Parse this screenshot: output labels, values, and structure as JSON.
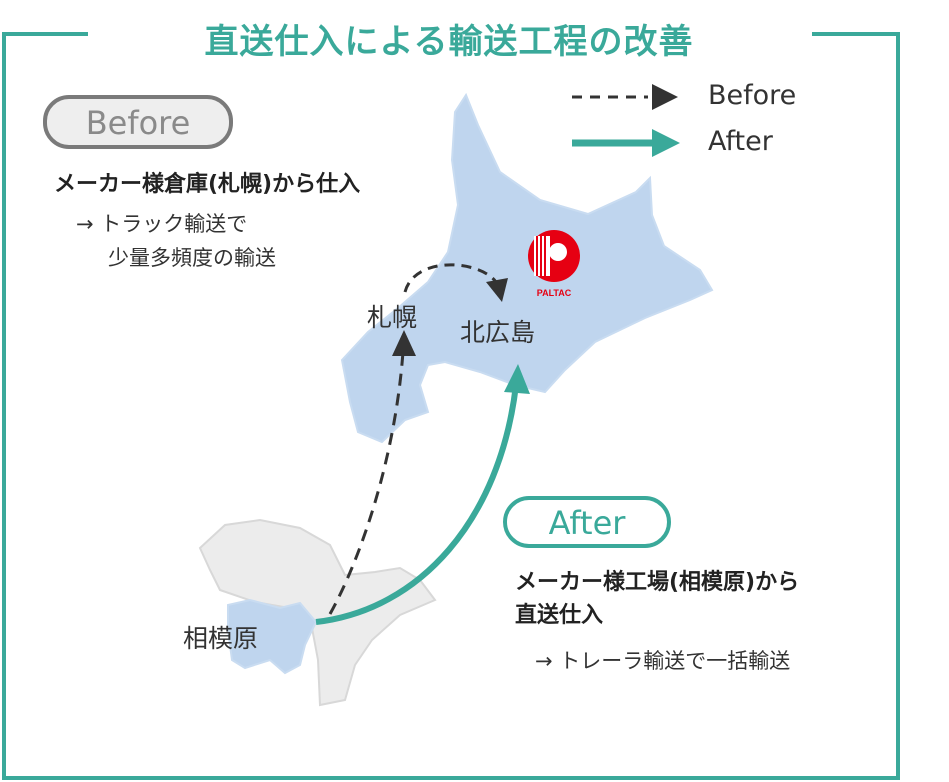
{
  "title": "直送仕入による輸送工程の改善",
  "legend": {
    "before": "Before",
    "after": "After"
  },
  "before": {
    "badge": "Before",
    "heading": "メーカー様倉庫(札幌)から仕入",
    "line1": "→ トラック輸送で",
    "line2": "少量多頻度の輸送"
  },
  "after": {
    "badge": "After",
    "heading1": "メーカー様工場(相模原)から",
    "heading2": "直送仕入",
    "line1": "→ トレーラ輸送で一括輸送"
  },
  "places": {
    "sapporo": "札幌",
    "kitahiroshima": "北広島",
    "sagamihara": "相模原"
  },
  "logo": {
    "text": "PALTAC"
  },
  "colors": {
    "teal": "#3aa99a",
    "map_blue": "#bfd5ee",
    "map_gray": "#ececec",
    "logo_red": "#e60012"
  }
}
